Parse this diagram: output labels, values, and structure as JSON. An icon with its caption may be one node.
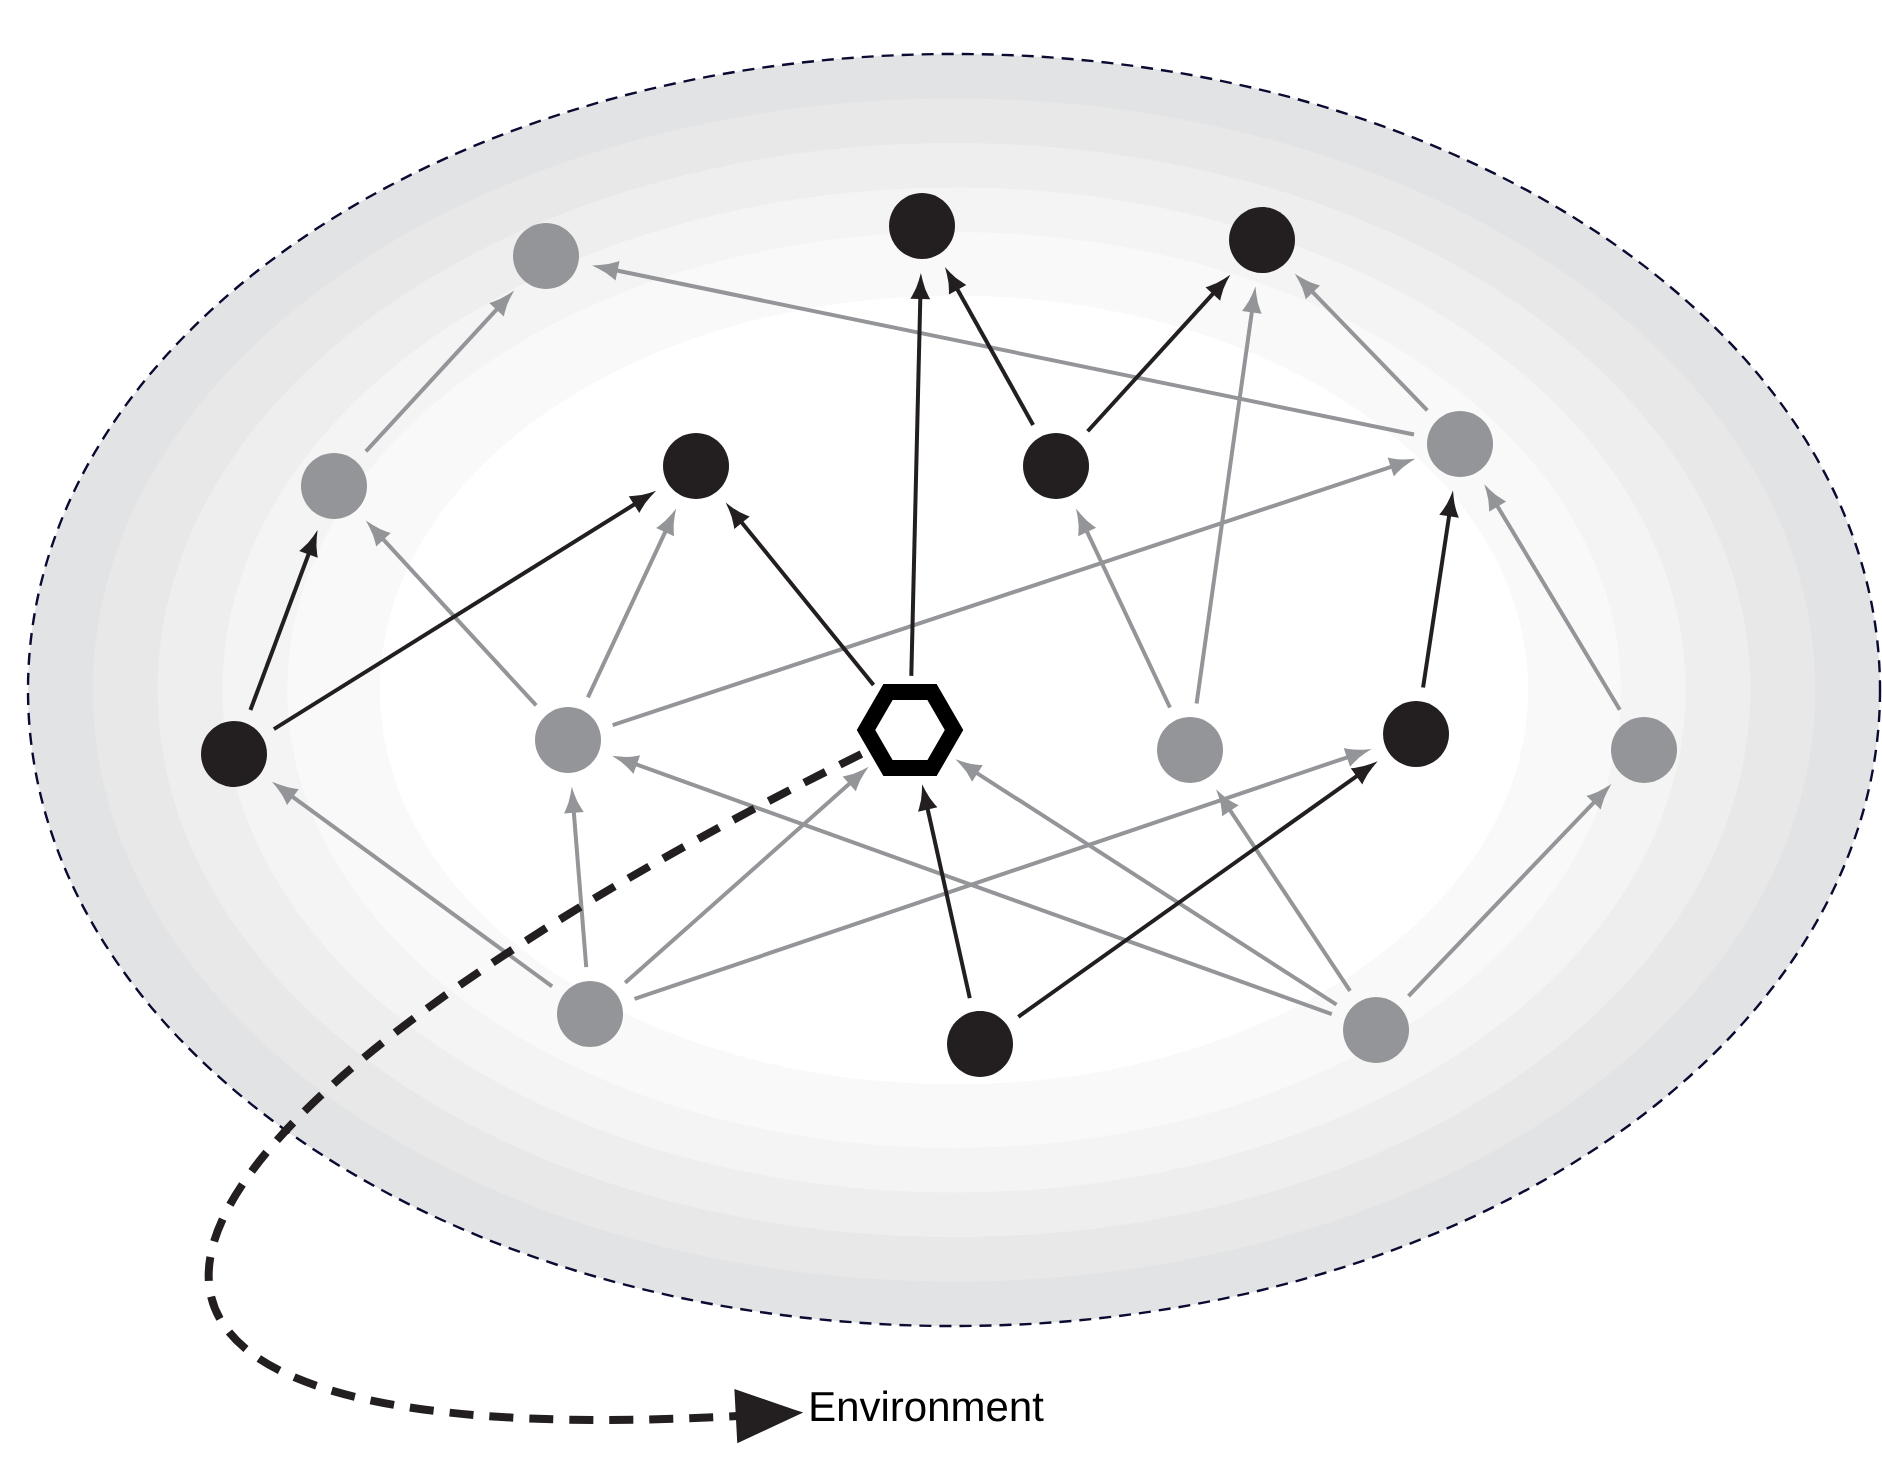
{
  "diagram": {
    "nodes": [
      {
        "text": [],
        "shape": "circle"
      },
      {
        "text": [],
        "shape": "circle"
      },
      {
        "text": [],
        "shape": "circle"
      },
      {
        "text": [],
        "shape": "circle"
      },
      {
        "text": [],
        "shape": "circle"
      },
      {
        "text": [],
        "shape": "circle"
      },
      {
        "text": [],
        "shape": "circle"
      },
      {
        "text": [],
        "shape": "circle"
      },
      {
        "text": [],
        "shape": "circle"
      },
      {
        "text": [],
        "shape": "hexagon"
      },
      {
        "text": [],
        "shape": "circle"
      },
      {
        "text": [],
        "shape": "circle"
      },
      {
        "text": [],
        "shape": "circle"
      },
      {
        "text": [],
        "shape": "circle"
      },
      {
        "text": [],
        "shape": "circle"
      },
      {
        "text": [],
        "shape": "circle"
      },
      {
        "text": [
          "Environment"
        ]
      }
    ],
    "edges": [
      {
        "from": 3,
        "to": 0,
        "arrow": "to"
      },
      {
        "from": 6,
        "to": 0,
        "arrow": "to"
      },
      {
        "from": 8,
        "to": 3,
        "arrow": "to"
      },
      {
        "from": 8,
        "to": 4,
        "arrow": "to"
      },
      {
        "from": 8,
        "to": 6,
        "arrow": "to"
      },
      {
        "from": 10,
        "to": 5,
        "arrow": "to"
      },
      {
        "from": 10,
        "to": 2,
        "arrow": "to"
      },
      {
        "from": 6,
        "to": 2,
        "arrow": "to"
      },
      {
        "from": 12,
        "to": 6,
        "arrow": "to"
      },
      {
        "from": 15,
        "to": 12,
        "arrow": "to"
      },
      {
        "from": 15,
        "to": 10,
        "arrow": "to"
      },
      {
        "from": 15,
        "to": 8,
        "arrow": "to"
      },
      {
        "from": 15,
        "to": 9,
        "arrow": "to"
      },
      {
        "from": 13,
        "to": 7,
        "arrow": "to"
      },
      {
        "from": 13,
        "to": 8,
        "arrow": "to"
      },
      {
        "from": 13,
        "to": 9,
        "arrow": "to"
      },
      {
        "from": 13,
        "to": 11,
        "arrow": "to"
      },
      {
        "from": 7,
        "to": 3,
        "arrow": "to",
        "color": "#231f20"
      },
      {
        "from": 7,
        "to": 4,
        "arrow": "to",
        "color": "#231f20"
      },
      {
        "from": 9,
        "to": 4,
        "arrow": "to",
        "color": "#231f20"
      },
      {
        "from": 9,
        "to": 1,
        "arrow": "to",
        "color": "#231f20"
      },
      {
        "from": 5,
        "to": 1,
        "arrow": "to",
        "color": "#231f20"
      },
      {
        "from": 5,
        "to": 2,
        "arrow": "to",
        "color": "#231f20"
      },
      {
        "from": 11,
        "to": 6,
        "arrow": "to",
        "color": "#231f20"
      },
      {
        "from": 14,
        "to": 9,
        "arrow": "to",
        "color": "#231f20"
      },
      {
        "from": 14,
        "to": 11,
        "arrow": "to",
        "color": "#231f20"
      },
      {
        "from": 9,
        "to": 16,
        "arrow": "to",
        "style": "dashed",
        "color": "#231f20"
      }
    ]
  }
}
